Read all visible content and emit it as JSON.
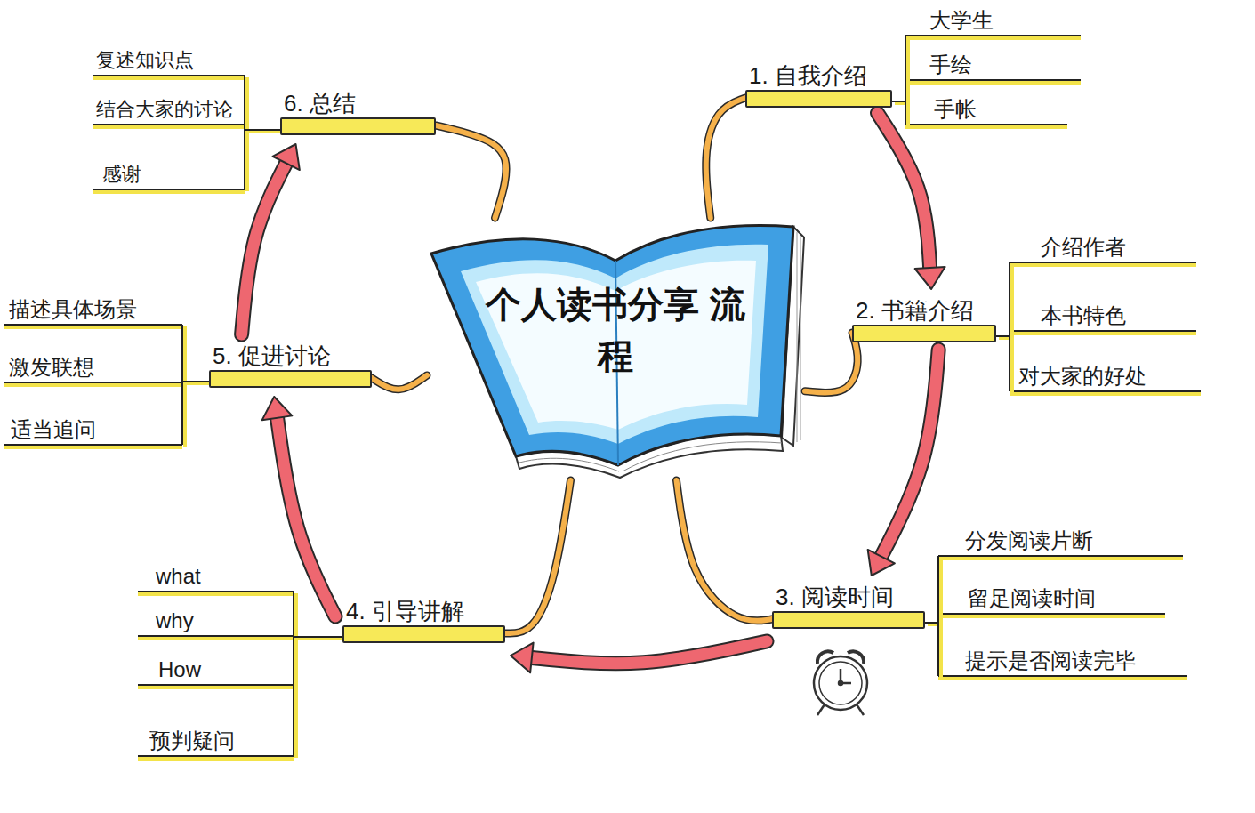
{
  "diagram": {
    "nodes": [
      {
        "text": [
          "个人读书分享 流程"
        ]
      },
      {
        "text": [
          "1. 自我介绍"
        ]
      },
      {
        "text": [
          "2. 书籍介绍"
        ]
      },
      {
        "text": [
          "3. 阅读时间"
        ]
      },
      {
        "text": [
          "4. 引导讲解"
        ]
      },
      {
        "text": [
          "5. 促进讨论"
        ]
      },
      {
        "text": [
          "6. 总结"
        ]
      }
    ],
    "edges": [
      {
        "from": 0,
        "to": 1,
        "arrow": "none"
      },
      {
        "from": 0,
        "to": 2,
        "arrow": "none"
      },
      {
        "from": 0,
        "to": 3,
        "arrow": "none"
      },
      {
        "from": 0,
        "to": 4,
        "arrow": "none"
      },
      {
        "from": 0,
        "to": 5,
        "arrow": "none"
      },
      {
        "from": 0,
        "to": 6,
        "arrow": "none"
      },
      {
        "from": 1,
        "to": 2,
        "arrow": "to"
      },
      {
        "from": 2,
        "to": 3,
        "arrow": "to"
      },
      {
        "from": 3,
        "to": 4,
        "arrow": "to"
      },
      {
        "from": 4,
        "to": 5,
        "arrow": "to"
      },
      {
        "from": 5,
        "to": 6,
        "arrow": "to"
      }
    ],
    "labels": [
      "大学生",
      "手绘",
      "手帐",
      "介绍作者",
      "本书特色",
      "对大家的好处",
      "分发阅读片断",
      "留足阅读时间",
      "提示是否阅读完毕",
      "what",
      "why",
      "How",
      "预判疑问",
      "描述具体场景",
      "激发联想",
      "适当追问",
      "复述知识点",
      "结合大家的讨论",
      "感谢"
    ]
  }
}
